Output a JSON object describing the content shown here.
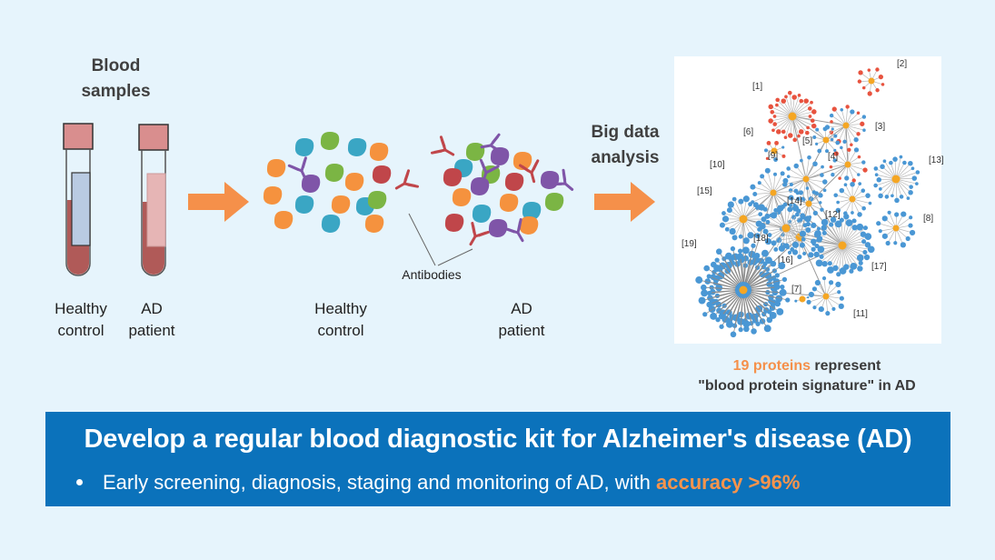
{
  "blood_samples": {
    "title_line1": "Blood",
    "title_line2": "samples",
    "tubes": [
      {
        "label_line1": "Healthy",
        "label_line2": "control",
        "fill_color": "#b9cbe2"
      },
      {
        "label_line1": "AD",
        "label_line2": "patient",
        "fill_color": "#e6b5b5"
      }
    ]
  },
  "protein_panels": {
    "antibodies_label": "Antibodies",
    "groups": [
      {
        "label_line1": "Healthy",
        "label_line2": "control"
      },
      {
        "label_line1": "AD",
        "label_line2": "patient"
      }
    ]
  },
  "analysis": {
    "title_line1": "Big data",
    "title_line2": "analysis"
  },
  "network": {
    "clusters": [
      "[1]",
      "[2]",
      "[3]",
      "[4]",
      "[5]",
      "[6]",
      "[7]",
      "[8]",
      "[9]",
      "[10]",
      "[11]",
      "[12]",
      "[13]",
      "[14]",
      "[15]",
      "[16]",
      "[17]",
      "[18]",
      "[19]"
    ],
    "colors": {
      "hub": "#f5a623",
      "blue": "#4a97d4",
      "red": "#e8533f",
      "edge": "#9a9a9a"
    }
  },
  "caption": {
    "highlight": "19 proteins",
    "line1_rest": " represent",
    "line2": "\"blood protein signature\" in AD"
  },
  "banner": {
    "title": "Develop a regular blood diagnostic kit for Alzheimer's disease (AD)",
    "bullet_text": "Early screening, diagnosis, staging and monitoring of AD, with ",
    "bullet_highlight": "accuracy >96%"
  },
  "colors": {
    "background": "#e6f4fc",
    "accent_orange": "#f5904a",
    "banner_blue": "#0b72bb"
  }
}
